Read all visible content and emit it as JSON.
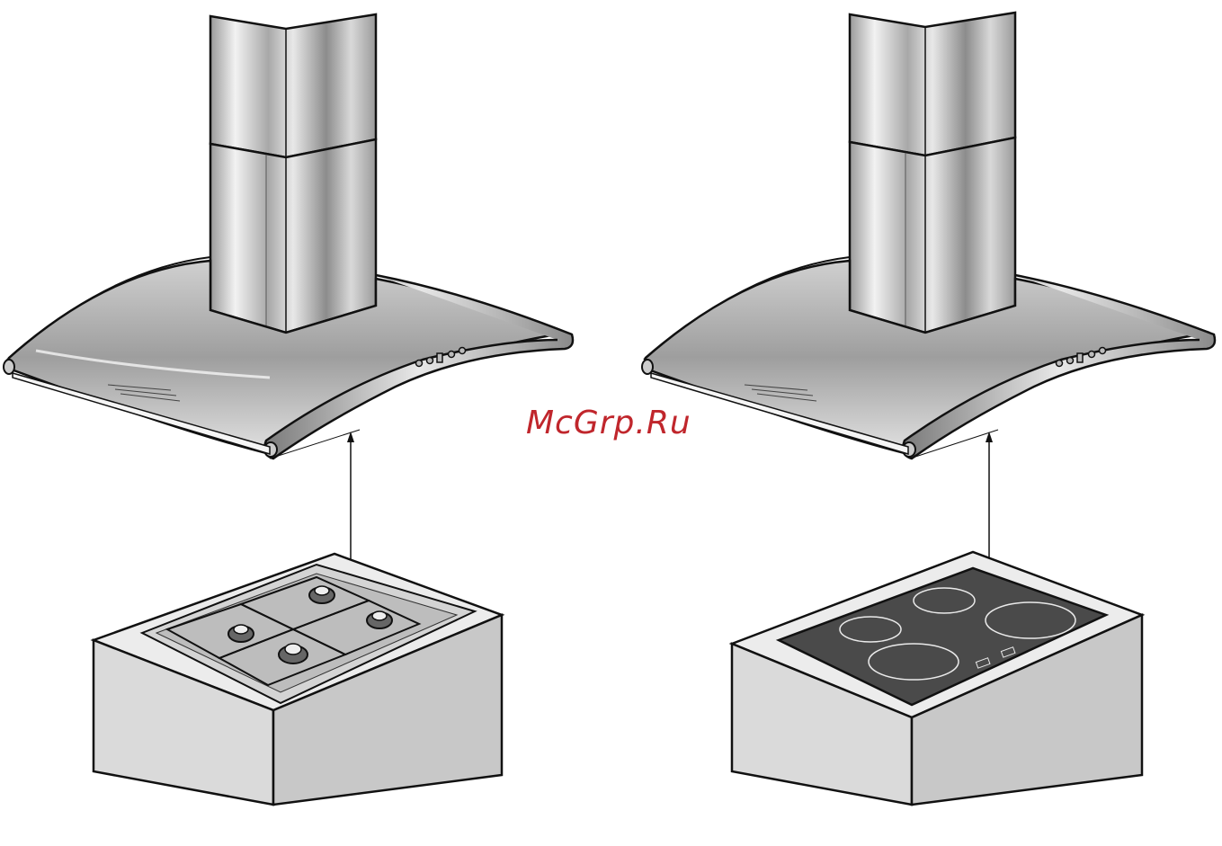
{
  "watermark": {
    "text": "McGrp.Ru",
    "color": "#c0262c"
  },
  "figures": [
    {
      "name": "hood-over-gas-hob",
      "hob": "gas"
    },
    {
      "name": "hood-over-ceramic-hob",
      "hob": "ceramic"
    }
  ],
  "colors": {
    "steel_light": "#e6e6e6",
    "steel_mid": "#bdbdbd",
    "steel_dark": "#8a8a8a",
    "counter": "#dcdcdc",
    "counter_side": "#c9c9c9",
    "glass": "#4a4a4a"
  }
}
